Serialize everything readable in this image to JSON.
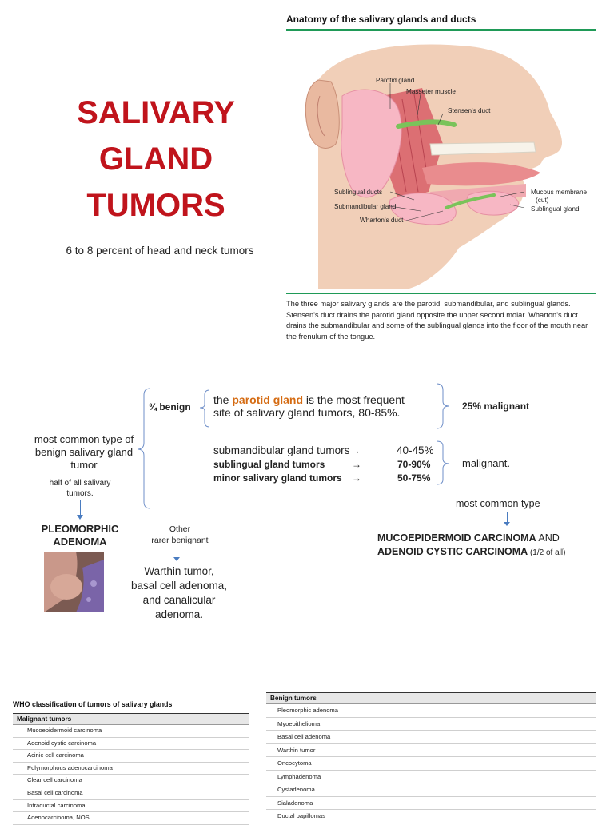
{
  "title": {
    "line1": "SALIVARY",
    "line2": "GLAND",
    "line3": "TUMORS"
  },
  "subtitle": "6 to 8 percent of head and neck tumors",
  "anatomy": {
    "heading": "Anatomy of the salivary glands and ducts",
    "labels": {
      "parotid": "Parotid gland",
      "masseter": "Masseter muscle",
      "stensen": "Stensen's duct",
      "sublingual_ducts": "Sublingual ducts",
      "submandibular_gland": "Submandibular gland",
      "wharton": "Wharton's duct",
      "mucous": "Mucous membrane",
      "cut": "(cut)",
      "sublingual_gland": "Sublingual gland"
    },
    "caption": "The three major salivary glands are the parotid, submandibular, and sublingual glands. Stensen's duct drains the parotid gland opposite the upper second molar. Wharton's duct drains the submandibular and some of the sublingual glands into the floor of the mouth near the frenulum of the tongue.",
    "colors": {
      "skin": "#f1cfb8",
      "gland": "#f7b7c4",
      "duct": "#7ac35a",
      "muscle": "#d9646b",
      "accent": "#1f9a57"
    }
  },
  "flow": {
    "benign_fraction": "¾ benign",
    "parotid_pre": "the ",
    "parotid_em": "parotid gland",
    "parotid_post": " is the most frequent",
    "parotid_line2": "site of salivary gland tumors, 80-85%.",
    "parotid_malignant": "25% malignant",
    "rows": [
      {
        "label": "submandibular gland tumors",
        "arrow": "→",
        "value": "40-45%"
      },
      {
        "label": "sublingual gland tumors",
        "arrow": "→",
        "value": "70-90%"
      },
      {
        "label": "minor salivary gland tumors",
        "arrow": "→",
        "value": "50-75%"
      }
    ],
    "rows_malignant": "malignant.",
    "most_common_benign": "most common type ",
    "most_common_benign_tail": "of",
    "benign_desc1": "benign salivary gland",
    "benign_desc2": "tumor",
    "half": "half of all salivary",
    "half2": "tumors.",
    "pleomorphic1": "PLEOMORPHIC",
    "pleomorphic2": "ADENOMA",
    "other1": "Other",
    "other2": "rarer  benignant",
    "rarer_list": [
      "Warthin tumor,",
      "basal cell adenoma,",
      "and canalicular",
      "adenoma."
    ],
    "most_common_malignant": "most common type",
    "muco": "MUCOEPIDERMOID CARCINOMA",
    "and": " AND",
    "adenoid": "ADENOID CYSTIC CARCINOMA",
    "half_all": " (1/2 of all)"
  },
  "who_table": {
    "title": "WHO classification of tumors of salivary glands",
    "header": "Malignant tumors",
    "rows": [
      "Mucoepidermoid carcinoma",
      "Adenoid cystic carcinoma",
      "Acinic cell carcinoma",
      "Polymorphous adenocarcinoma",
      "Clear cell carcinoma",
      "Basal cell carcinoma",
      "Intraductal carcinoma",
      "Adenocarcinoma, NOS"
    ]
  },
  "benign_table": {
    "header": "Benign tumors",
    "rows": [
      "Pleomorphic adenoma",
      "Myoepithelioma",
      "Basal cell adenoma",
      "Warthin tumor",
      "Oncocytoma",
      "Lymphadenoma",
      "Cystadenoma",
      "Sialadenoma",
      "Ductal papillomas"
    ]
  }
}
